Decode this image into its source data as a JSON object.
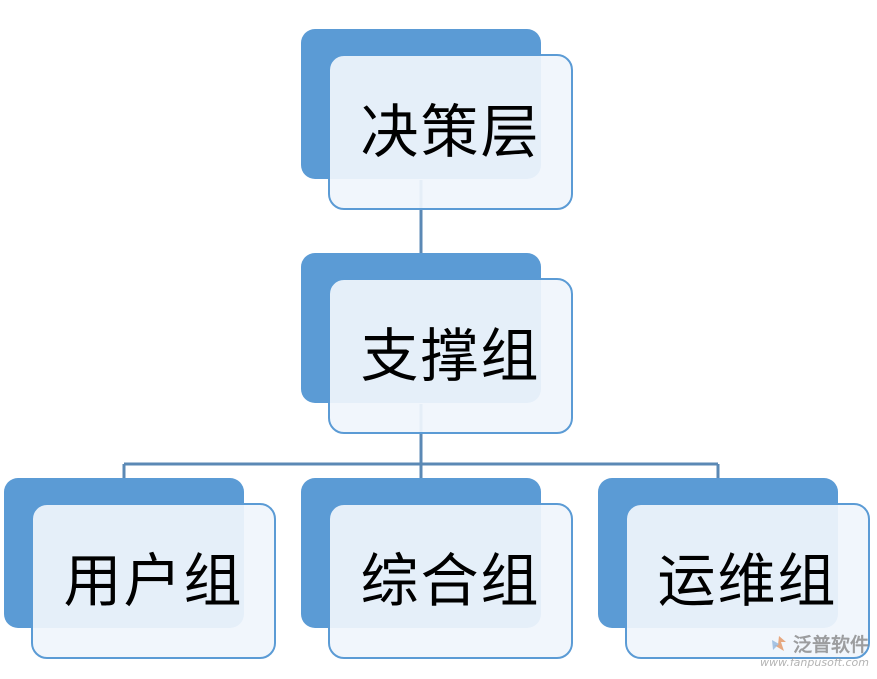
{
  "diagram": {
    "nodes": {
      "decision": "决策层",
      "support": "支撑组",
      "user": "用户组",
      "comprehensive": "综合组",
      "operations": "运维组"
    },
    "edges": [
      [
        "decision",
        "support"
      ],
      [
        "support",
        "user"
      ],
      [
        "support",
        "comprehensive"
      ],
      [
        "support",
        "operations"
      ]
    ],
    "colors": {
      "accent": "#5b9bd5",
      "box_fill": "#f0f5fc",
      "connector": "#5b89b5"
    }
  },
  "watermark": {
    "logo_icon": "fanpu-logo-icon",
    "name": "泛普软件",
    "url": "www.fanpusoft.com"
  }
}
